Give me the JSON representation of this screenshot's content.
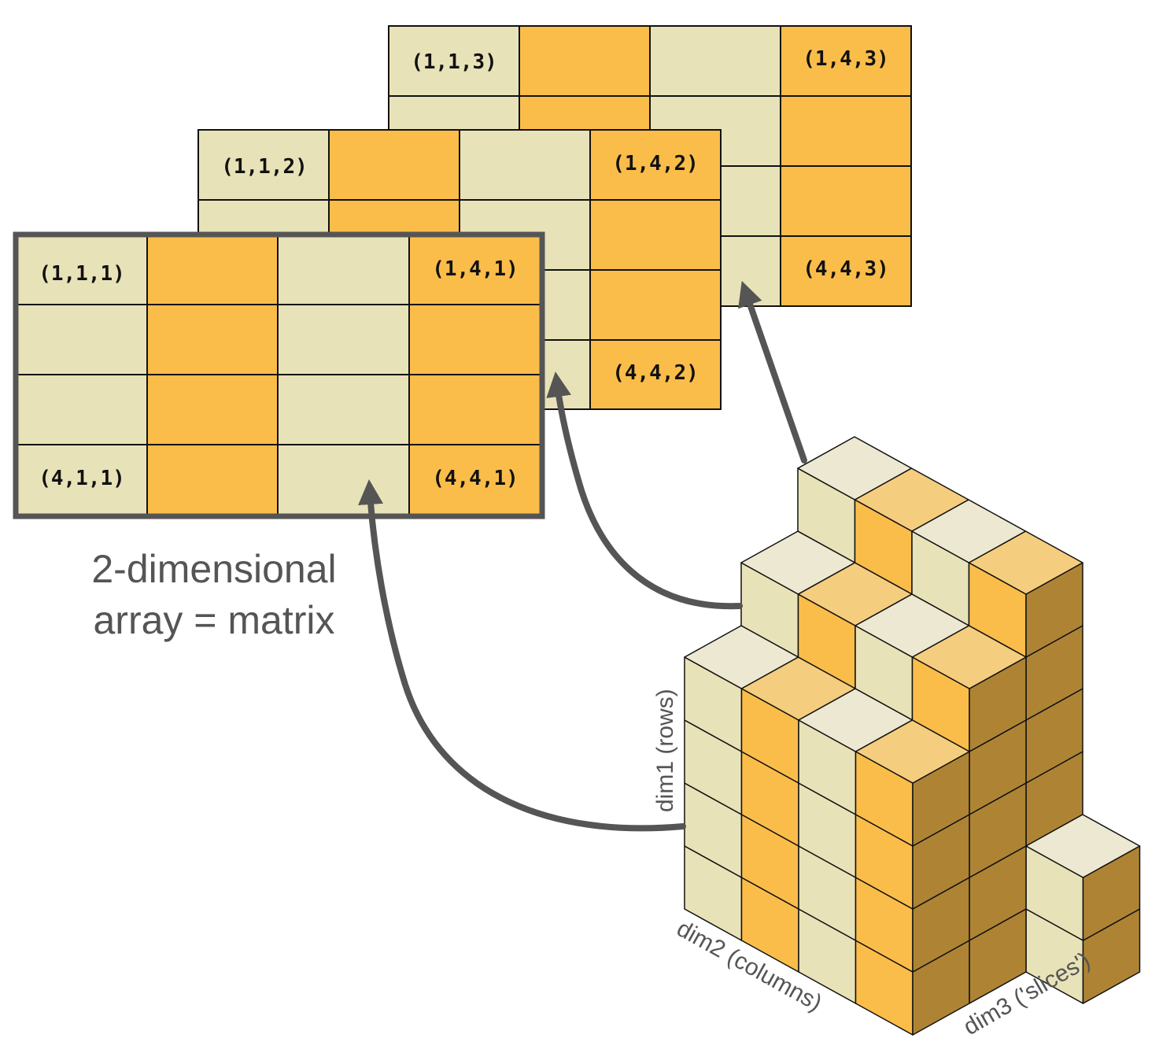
{
  "colors": {
    "beige": "#e8e2b8",
    "orange": "#fbbd4a",
    "grid_line": "#111111",
    "frame": "#555555",
    "arrow": "#555555",
    "cube_top_beige": "#ede8d2",
    "cube_top_orange": "#f4cd7e",
    "cube_side": "#ae8434"
  },
  "caption": {
    "line1": "2-dimensional",
    "line2": "array = matrix"
  },
  "axes": {
    "dim1": "dim1 (rows)",
    "dim2": "dim2 (columns)",
    "dim3": "dim3 ('slices')"
  },
  "slices": [
    {
      "id": "slice-3",
      "labels": {
        "top_left": "(1,1,3)",
        "top_right": "(1,4,3)",
        "bottom_right": "(4,4,3)"
      }
    },
    {
      "id": "slice-2",
      "labels": {
        "top_left": "(1,1,2)",
        "top_right": "(1,4,2)",
        "bottom_right": "(4,4,2)"
      }
    },
    {
      "id": "slice-1",
      "labels": {
        "top_left": "(1,1,1)",
        "top_right": "(1,4,1)",
        "bottom_left": "(4,1,1)",
        "bottom_right": "(4,4,1)"
      }
    }
  ]
}
